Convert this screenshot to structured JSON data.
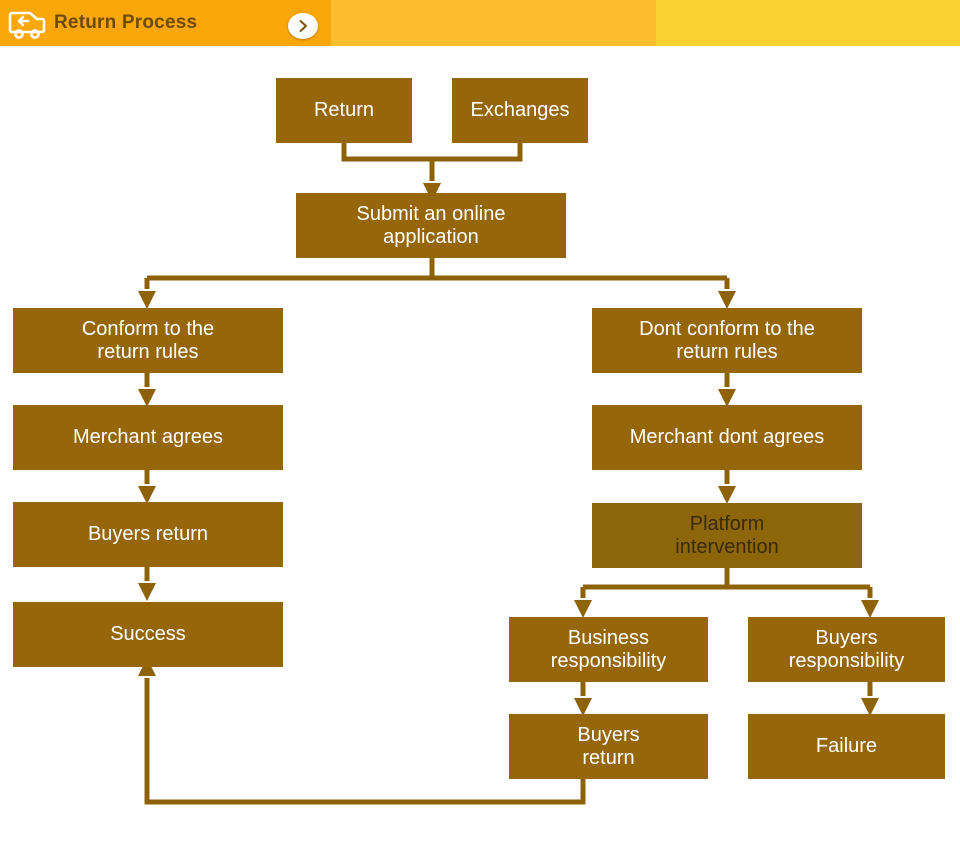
{
  "header": {
    "title": "Return Process",
    "truck_icon": "return-truck-icon",
    "next_icon": "chevron-right-icon",
    "band_colors": [
      "#F9A70B",
      "#FCBE2C",
      "#FCD231"
    ],
    "title_color": "#6E4A0B"
  },
  "theme": {
    "node_fill": "#96660A",
    "node_fill_alt": "#8C6608",
    "node_text": "#FFFFFF",
    "node_text_alt": "#3A2A05",
    "connector": "#8E6209",
    "background": "#FFFFFF"
  },
  "chart_data": {
    "type": "diagram",
    "title": "Return Process",
    "nodes": [
      {
        "id": "return",
        "label": "Return",
        "text_style": "light"
      },
      {
        "id": "exchanges",
        "label": "Exchanges",
        "text_style": "light"
      },
      {
        "id": "submit",
        "label": "Submit an online\napplication",
        "text_style": "light"
      },
      {
        "id": "conform",
        "label": "Conform to the\nreturn rules",
        "text_style": "light"
      },
      {
        "id": "merchant-ok",
        "label": "Merchant agrees",
        "text_style": "light"
      },
      {
        "id": "buyers-return",
        "label": "Buyers return",
        "text_style": "light"
      },
      {
        "id": "success",
        "label": "Success",
        "text_style": "light"
      },
      {
        "id": "dont-conform",
        "label": "Dont conform to the\nreturn rules",
        "text_style": "light"
      },
      {
        "id": "merchant-no",
        "label": "Merchant dont agrees",
        "text_style": "light"
      },
      {
        "id": "platform",
        "label": "Platform\nintervention",
        "text_style": "dark"
      },
      {
        "id": "business-resp",
        "label": "Business\nresponsibility",
        "text_style": "light"
      },
      {
        "id": "buyers-resp",
        "label": "Buyers\nresponsibility",
        "text_style": "light"
      },
      {
        "id": "buyers-return-2",
        "label": "Buyers\nreturn",
        "text_style": "light"
      },
      {
        "id": "failure",
        "label": "Failure",
        "text_style": "light"
      }
    ],
    "edges": [
      {
        "from": "return",
        "to": "submit"
      },
      {
        "from": "exchanges",
        "to": "submit"
      },
      {
        "from": "submit",
        "to": "conform"
      },
      {
        "from": "submit",
        "to": "dont-conform"
      },
      {
        "from": "conform",
        "to": "merchant-ok"
      },
      {
        "from": "merchant-ok",
        "to": "buyers-return"
      },
      {
        "from": "buyers-return",
        "to": "success"
      },
      {
        "from": "dont-conform",
        "to": "merchant-no"
      },
      {
        "from": "merchant-no",
        "to": "platform"
      },
      {
        "from": "platform",
        "to": "business-resp"
      },
      {
        "from": "platform",
        "to": "buyers-resp"
      },
      {
        "from": "business-resp",
        "to": "buyers-return-2"
      },
      {
        "from": "buyers-resp",
        "to": "failure"
      },
      {
        "from": "buyers-return-2",
        "to": "success"
      }
    ]
  }
}
